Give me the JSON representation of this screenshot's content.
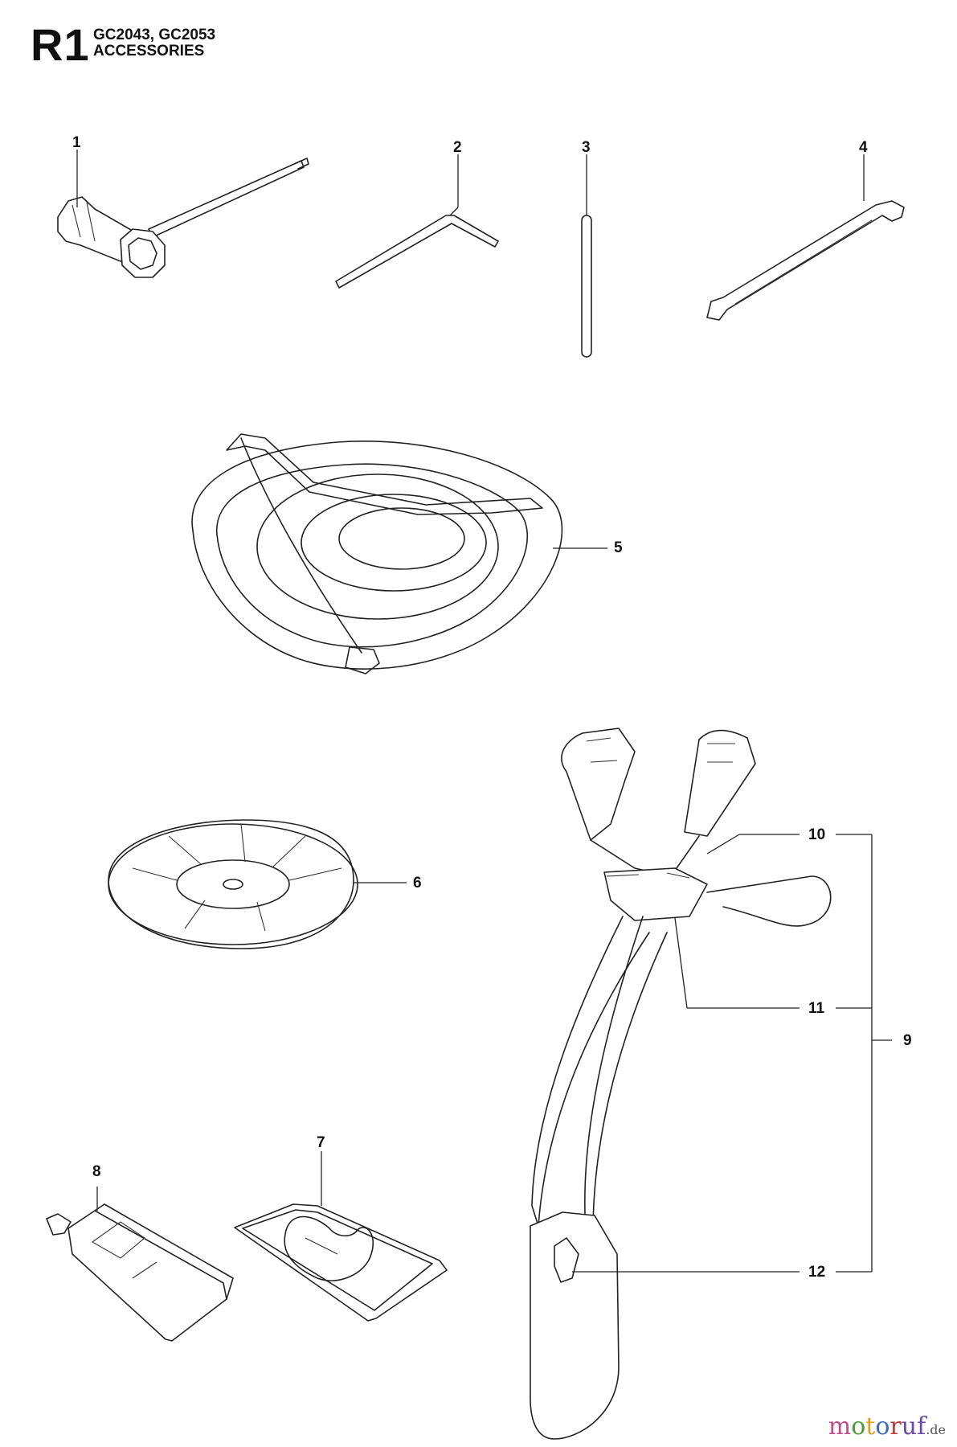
{
  "header": {
    "section_code": "R1",
    "models": "GC2043, GC2053",
    "section_title": "ACCESSORIES"
  },
  "callouts": {
    "c1": "1",
    "c2": "2",
    "c3": "3",
    "c4": "4",
    "c5": "5",
    "c6": "6",
    "c7": "7",
    "c8": "8",
    "c9": "9",
    "c10": "10",
    "c11": "11",
    "c12": "12"
  },
  "watermark": {
    "letters": [
      "m",
      "o",
      "t",
      "o",
      "r",
      "uf"
    ],
    "tld": ".de"
  },
  "colors": {
    "line": "#222222",
    "background": "#ffffff"
  }
}
